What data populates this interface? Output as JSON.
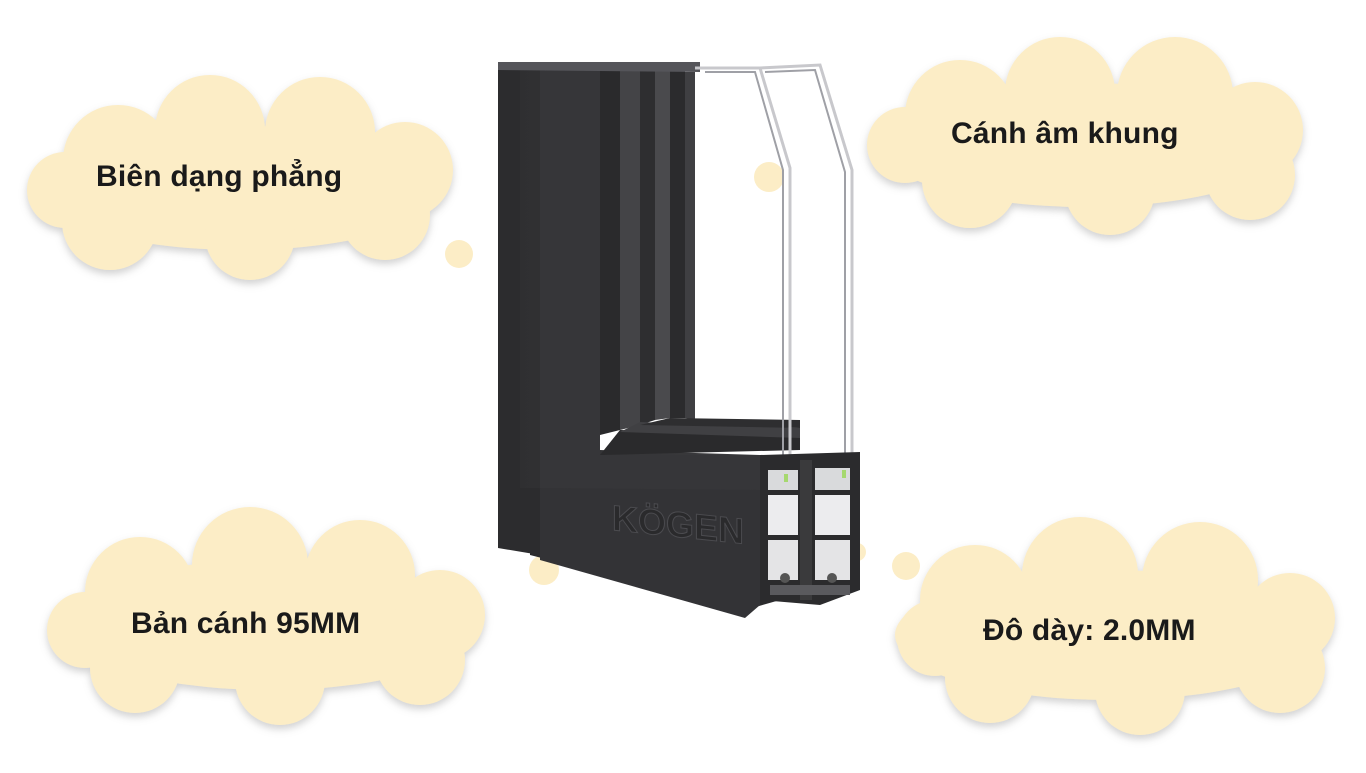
{
  "colors": {
    "cloud_fill": "#fcedc6",
    "profile_dark": "#3a3a3c",
    "background": "#ffffff"
  },
  "callouts": {
    "flat_profile": "Biên dạng phẳng",
    "recessed_sash": "Cánh âm khung",
    "sash_width": "Bản cánh 95MM",
    "thickness": "Đô dày: 2.0MM"
  },
  "product": {
    "brand": "KÖGEN"
  }
}
